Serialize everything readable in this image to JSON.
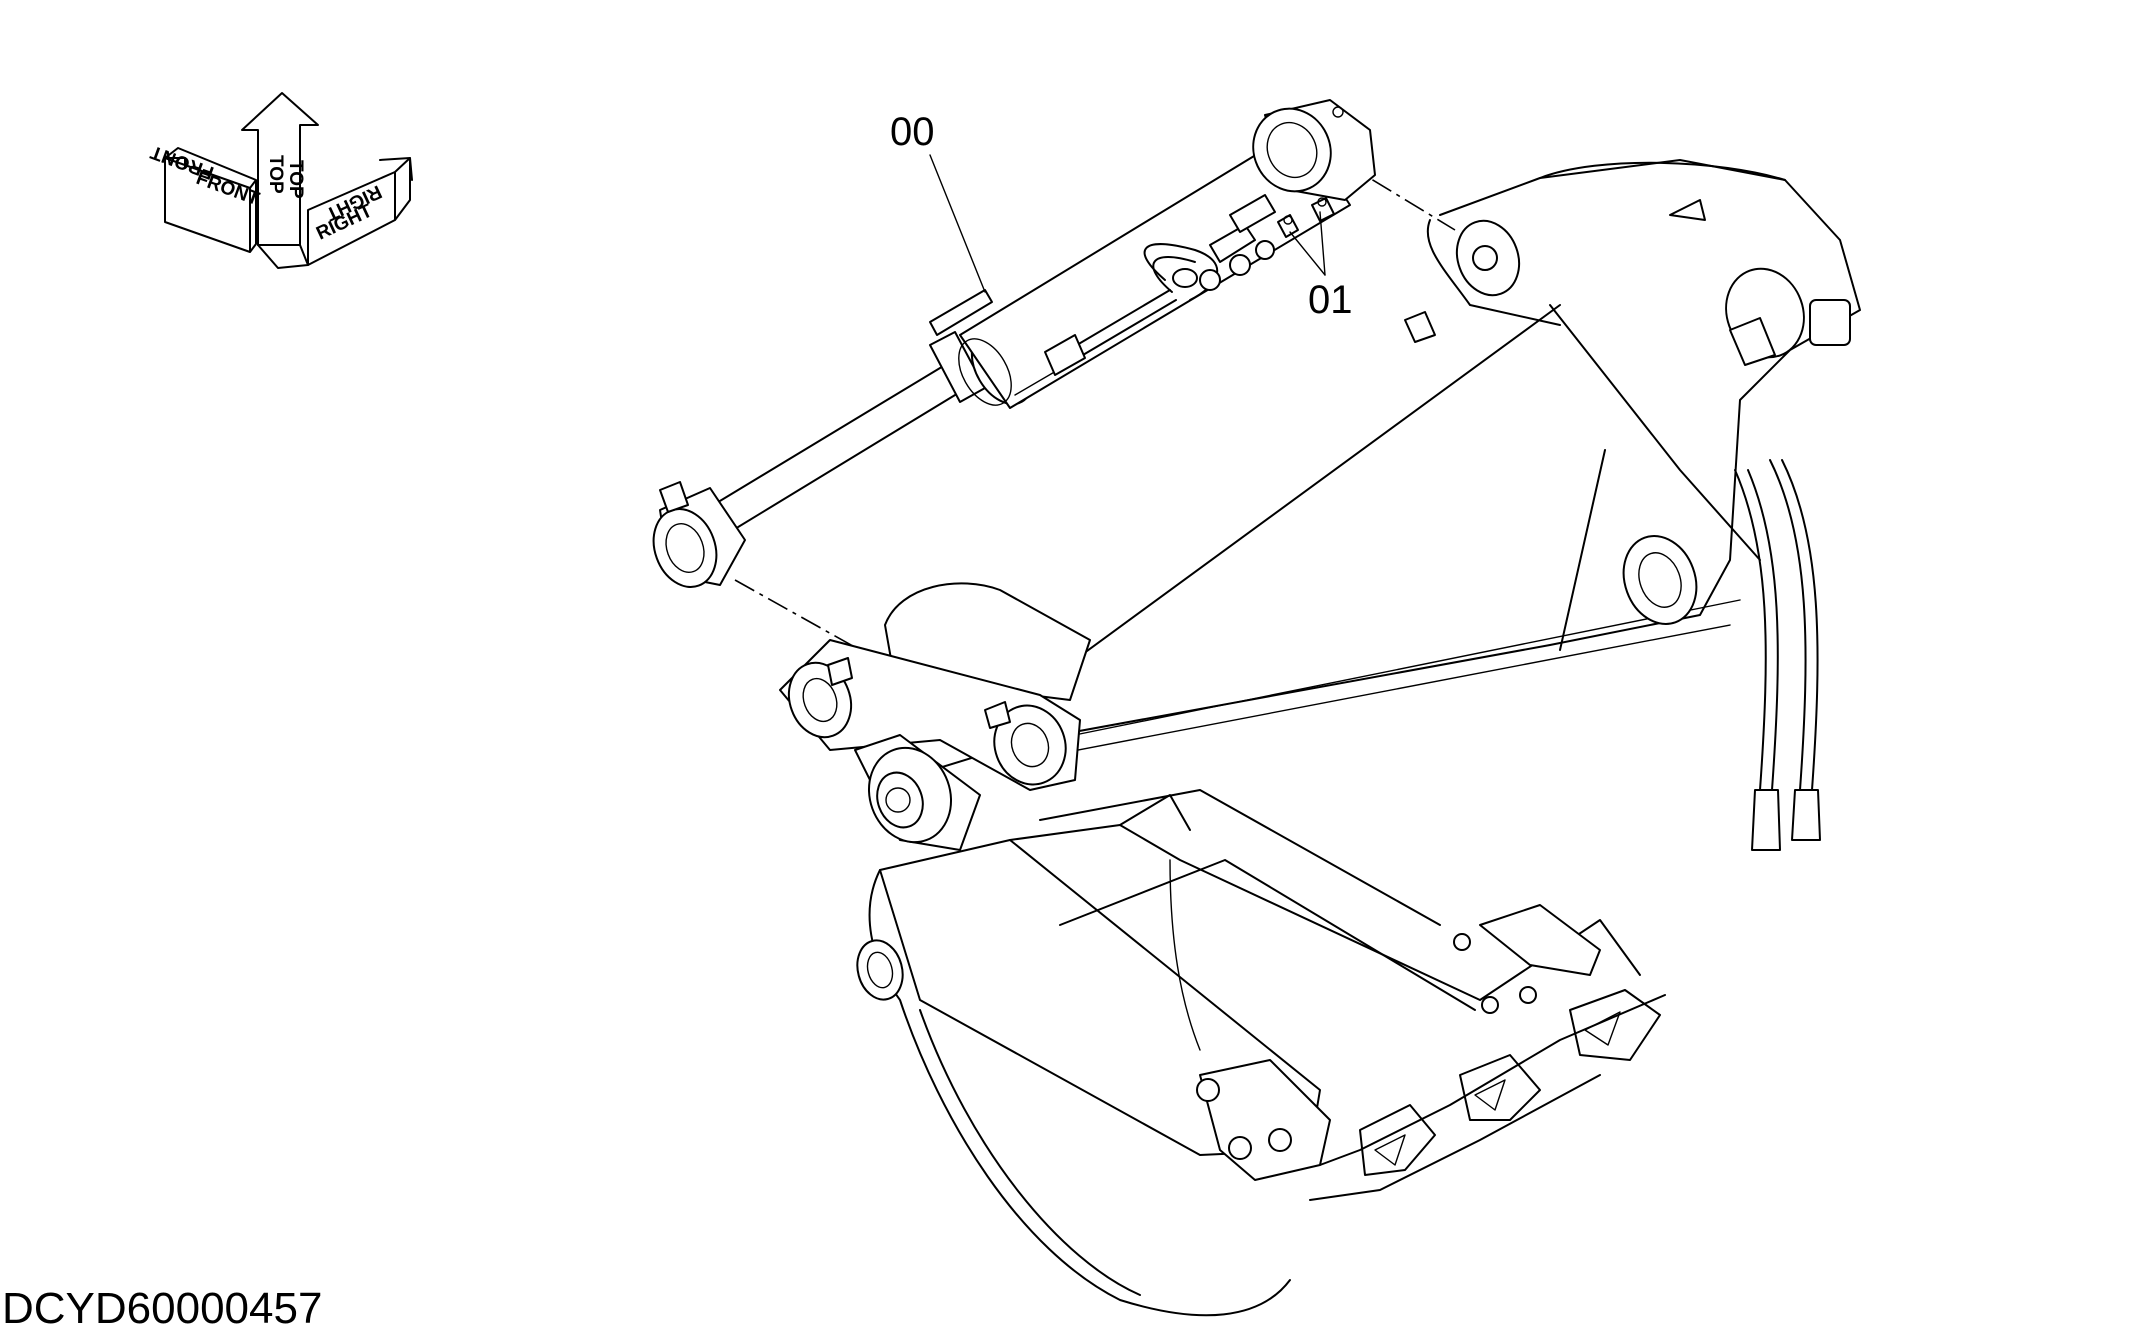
{
  "orientation": {
    "front_label": "FRONT",
    "top_label": "TOP",
    "right_label": "RIGHT"
  },
  "callouts": [
    {
      "id": "00"
    },
    {
      "id": "01"
    }
  ],
  "drawing_number": "DCYD60000457"
}
